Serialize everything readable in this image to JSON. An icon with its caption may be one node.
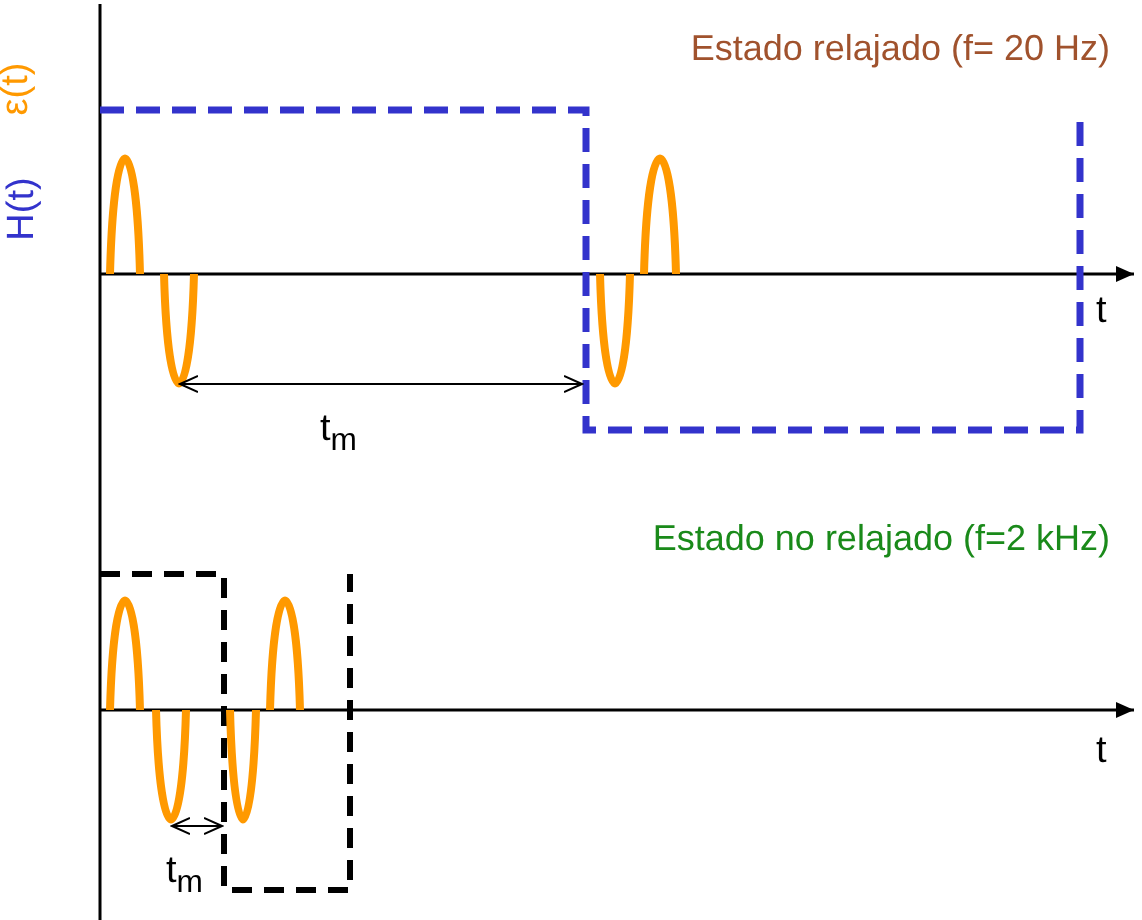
{
  "diagram": {
    "labels": [
      "Estado relajado (f= 20 Hz)",
      "H(t)",
      "ε(t)",
      "t",
      "t$_{m}$",
      "Estado no relajado (f=2 kHz)",
      "t",
      "t$_{m}$"
    ]
  }
}
